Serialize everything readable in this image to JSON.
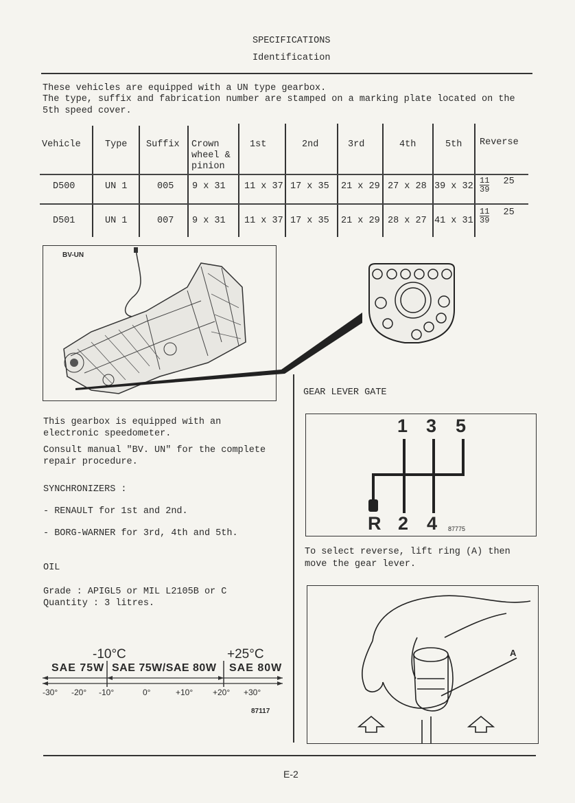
{
  "header": {
    "title": "SPECIFICATIONS",
    "subtitle": "Identification"
  },
  "intro": [
    "These vehicles are equipped with a UN type gearbox.",
    "The type, suffix and fabrication number are stamped on a marking plate located on the",
    "5th speed cover."
  ],
  "table": {
    "headers": [
      "Vehicle",
      "Type",
      "Suffix",
      "Crown\nwheel &\npinion",
      "1st",
      "2nd",
      "3rd",
      "4th",
      "5th",
      "Reverse"
    ],
    "rows": [
      {
        "vehicle": "D500",
        "type": "UN 1",
        "suffix": "005",
        "crown": "9 x 31",
        "g1": "11 x 37",
        "g2": "17 x 35",
        "g3": "21 x 29",
        "g4": "27 x 28",
        "g5": "39 x 32",
        "rev_num": "11",
        "rev_den": "39",
        "rev_extra": "25"
      },
      {
        "vehicle": "D501",
        "type": "UN 1",
        "suffix": "007",
        "crown": "9 x 31",
        "g1": "11 x 37",
        "g2": "17 x 35",
        "g3": "21 x 29",
        "g4": "28 x 27",
        "g5": "41 x 31",
        "rev_num": "11",
        "rev_den": "39",
        "rev_extra": "25"
      }
    ]
  },
  "figure_label": "BV-UN",
  "left_text": {
    "speedo": "This gearbox is equipped with an\nelectronic speedometer.",
    "consult": "Consult manual \"BV. UN\" for the complete\nrepair procedure.",
    "sync_title": "SYNCHRONIZERS :",
    "sync1": "- RENAULT for 1st and 2nd.",
    "sync2": "- BORG-WARNER for 3rd, 4th and 5th.",
    "oil_title": "OIL",
    "grade": "Grade : APIGL5 or MIL L2105B or C\nQuantity : 3 litres."
  },
  "oil_chart": {
    "temp_low": "-10°C",
    "temp_high": "+25°C",
    "grades": [
      "SAE 75W",
      "SAE 75W/SAE 80W",
      "SAE 80W"
    ],
    "ticks": [
      "-30°",
      "-20°",
      "-10°",
      "0°",
      "+10°",
      "+20°",
      "+30°"
    ],
    "ref": "87117"
  },
  "gate": {
    "title": "GEAR LEVER GATE",
    "top": [
      "1",
      "3",
      "5"
    ],
    "bottom": [
      "R",
      "2",
      "4"
    ],
    "ref": "87775"
  },
  "reverse_text": "To select reverse, lift ring (A) then\nmove the gear lever.",
  "photo_label": "A",
  "page_number": "E-2"
}
